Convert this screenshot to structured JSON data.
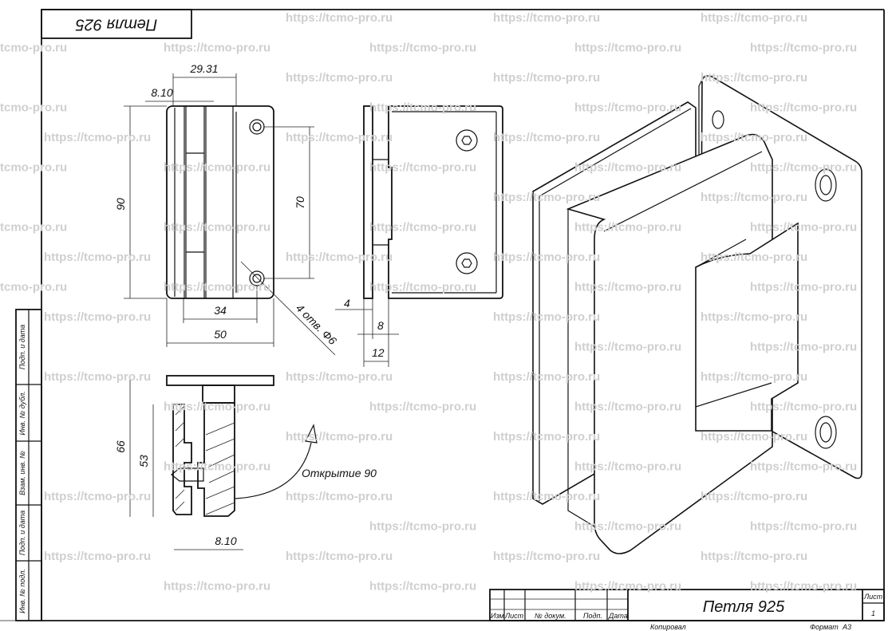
{
  "watermark": "https://tcmo-pro.ru",
  "watermark_short": "tcmo-pro.ru",
  "corner_title": "Петля 925",
  "side_stamps": [
    "Подп. и дата",
    "Инв. № дубл.",
    "Взам. инв. №",
    "Подп. и дата",
    "Инв. № подл."
  ],
  "title_block": {
    "title": "Петля 925",
    "columns": [
      "Изм",
      "Лист",
      "№ докум.",
      "Подп.",
      "Дата"
    ],
    "sheet_label": "Лист",
    "sheet_number": "1",
    "copied": "Копировал",
    "format_label": "Формат",
    "format_value": "А3"
  },
  "dimensions": {
    "front": {
      "width_top": "29.31",
      "gap_top": "8.10",
      "height": "90",
      "hole_spacing": "70",
      "hole_offset": "34",
      "width": "50",
      "holes_note": "4 отв. Ф6"
    },
    "side": {
      "plate": "4",
      "gap": "8",
      "total": "12"
    },
    "section": {
      "height_total": "66",
      "height_clamp": "53",
      "gap": "8.10",
      "opening": "Открытие 90"
    }
  }
}
